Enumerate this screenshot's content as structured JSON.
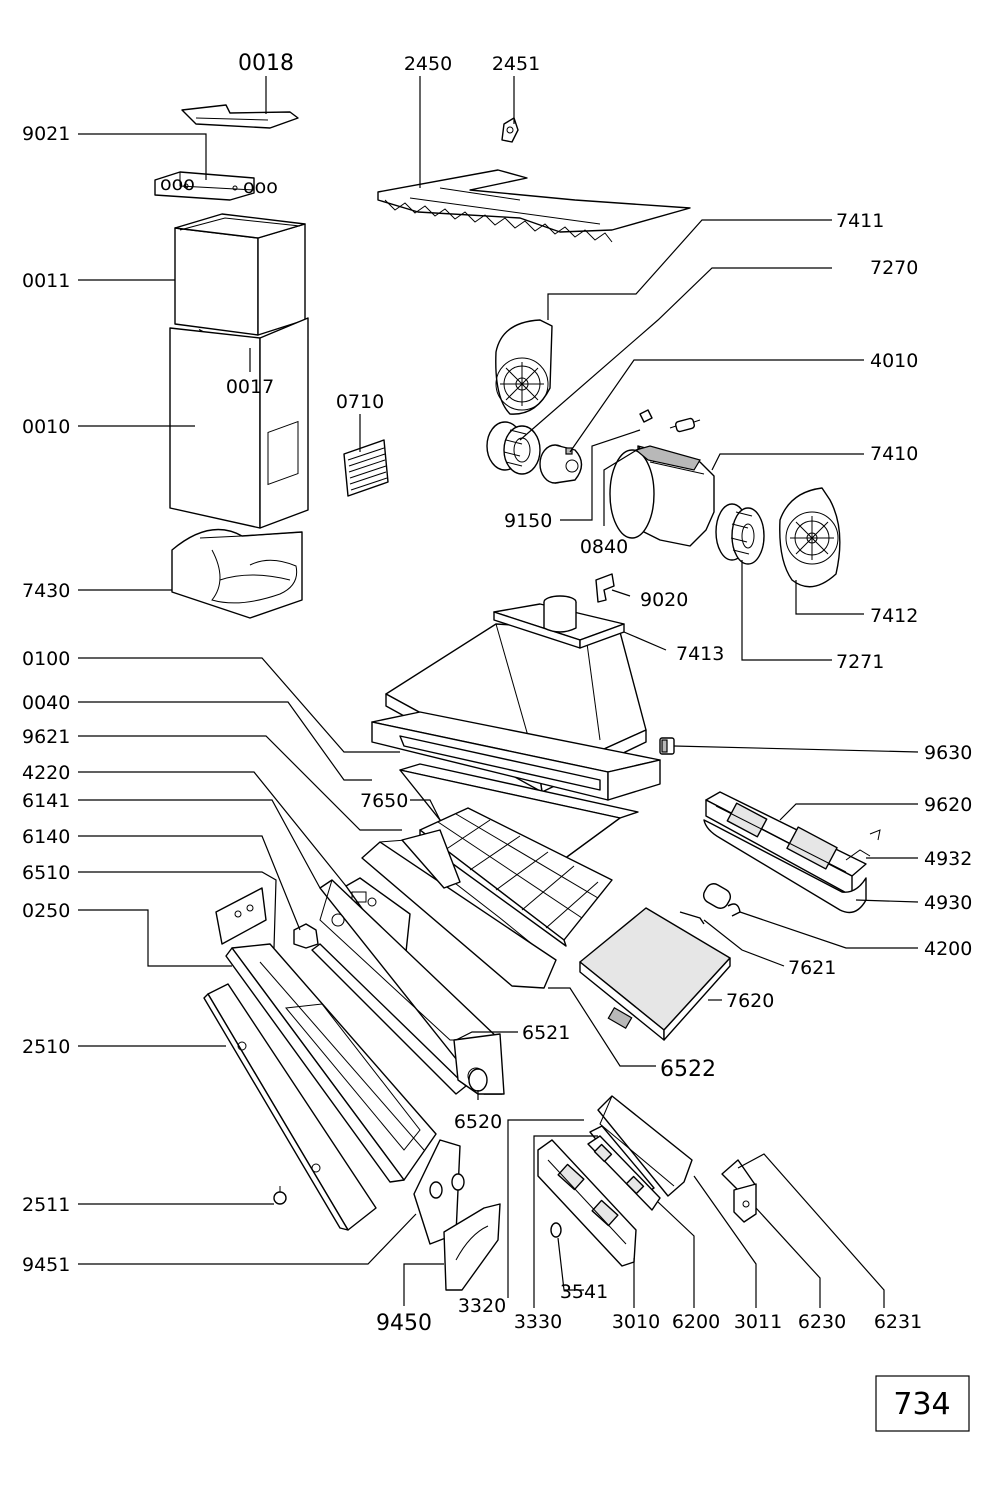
{
  "diagram": {
    "page_number": "734",
    "labels": {
      "p0018": "0018",
      "p2450": "2450",
      "p2451": "2451",
      "p9021": "9021",
      "p0011": "0011",
      "p0017": "0017",
      "p0010": "0010",
      "p0710": "0710",
      "p7411": "7411",
      "p7270": "7270",
      "p4010": "4010",
      "p7410": "7410",
      "p9150": "9150",
      "p0840": "0840",
      "p7430": "7430",
      "p9020": "9020",
      "p7412": "7412",
      "p7413": "7413",
      "p7271": "7271",
      "p0100": "0100",
      "p0040": "0040",
      "p9621": "9621",
      "p9630": "9630",
      "p4220": "4220",
      "p6141": "6141",
      "p6140": "6140",
      "p6510": "6510",
      "p0250": "0250",
      "p7650": "7650",
      "p9620": "9620",
      "p4932": "4932",
      "p4930": "4930",
      "p4200": "4200",
      "p7621": "7621",
      "p7620": "7620",
      "p6521": "6521",
      "p2510": "2510",
      "p6522": "6522",
      "p6520": "6520",
      "p2511": "2511",
      "p9451": "9451",
      "p9450": "9450",
      "p3320": "3320",
      "p3330": "3330",
      "p3541": "3541",
      "p3010": "3010",
      "p6200": "6200",
      "p3011": "3011",
      "p6230": "6230",
      "p6231": "6231"
    }
  }
}
